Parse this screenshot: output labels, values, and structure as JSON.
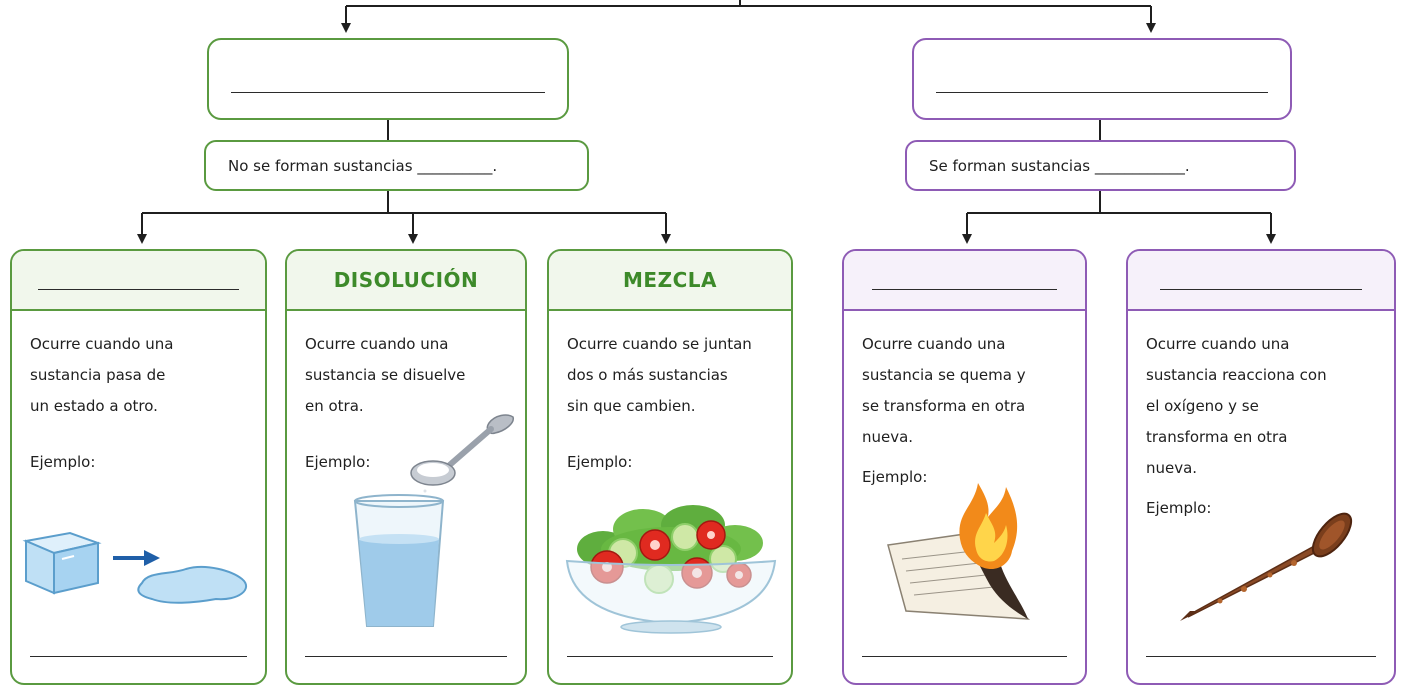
{
  "physical_branch": {
    "subtitle_text": "No se forman sustancias",
    "subtitle_blank": "__________.",
    "cards": [
      {
        "title": "",
        "description": "Ocurre cuando una\nsustancia pasa de\nun estado a otro.",
        "example_label": "Ejemplo:",
        "illustration": "ice-cube-melting-icon"
      },
      {
        "title": "DISOLUCIÓN",
        "description": "Ocurre cuando una\nsustancia se disuelve\nen otra.",
        "example_label": "Ejemplo:",
        "illustration": "glass-water-salt-spoon-icon"
      },
      {
        "title": "MEZCLA",
        "description": "Ocurre cuando se juntan\ndos o más sustancias\nsin que cambien.",
        "example_label": "Ejemplo:",
        "illustration": "salad-bowl-icon"
      }
    ]
  },
  "chemical_branch": {
    "subtitle_text": "Se forman sustancias",
    "subtitle_blank": "____________.",
    "cards": [
      {
        "title": "",
        "description": "Ocurre cuando una\nsustancia se quema y\nse transforma en otra\nnueva.",
        "example_label": "Ejemplo:",
        "illustration": "burning-paper-icon"
      },
      {
        "title": "",
        "description": "Ocurre cuando una\nsustancia reacciona con\nel oxígeno y se\ntransforma en otra\nnueva.",
        "example_label": "Ejemplo:",
        "illustration": "rusty-nail-icon"
      }
    ]
  },
  "colors": {
    "physical": "#5a9a40",
    "chemical": "#8e5bb5",
    "connector": "#1f1f1f"
  }
}
